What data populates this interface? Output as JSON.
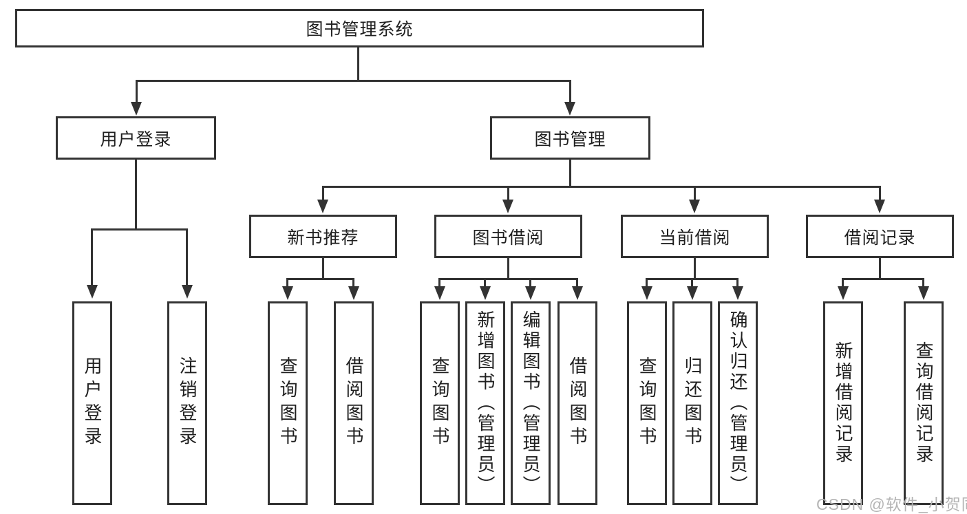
{
  "diagram": {
    "root": "图书管理系统",
    "children": [
      {
        "label": "用户登录",
        "children": [
          "用户登录",
          "注销登录"
        ]
      },
      {
        "label": "图书管理",
        "children": [
          {
            "label": "新书推荐",
            "children": [
              "查询图书",
              "借阅图书"
            ]
          },
          {
            "label": "图书借阅",
            "children": [
              "查询图书",
              "新增图书（管理员）",
              "编辑图书（管理员）",
              "借阅图书"
            ]
          },
          {
            "label": "当前借阅",
            "children": [
              "查询图书",
              "归还图书",
              "确认归还（管理员）"
            ]
          },
          {
            "label": "借阅记录",
            "children": [
              "新增借阅记录",
              "查询借阅记录"
            ]
          }
        ]
      }
    ]
  },
  "watermark": {
    "text": "CSDN @软件_小贺同学"
  },
  "colors": {
    "line": "#333333",
    "text": "#1f1f1f",
    "background": "#ffffff",
    "watermark": "#b4b4b4"
  }
}
